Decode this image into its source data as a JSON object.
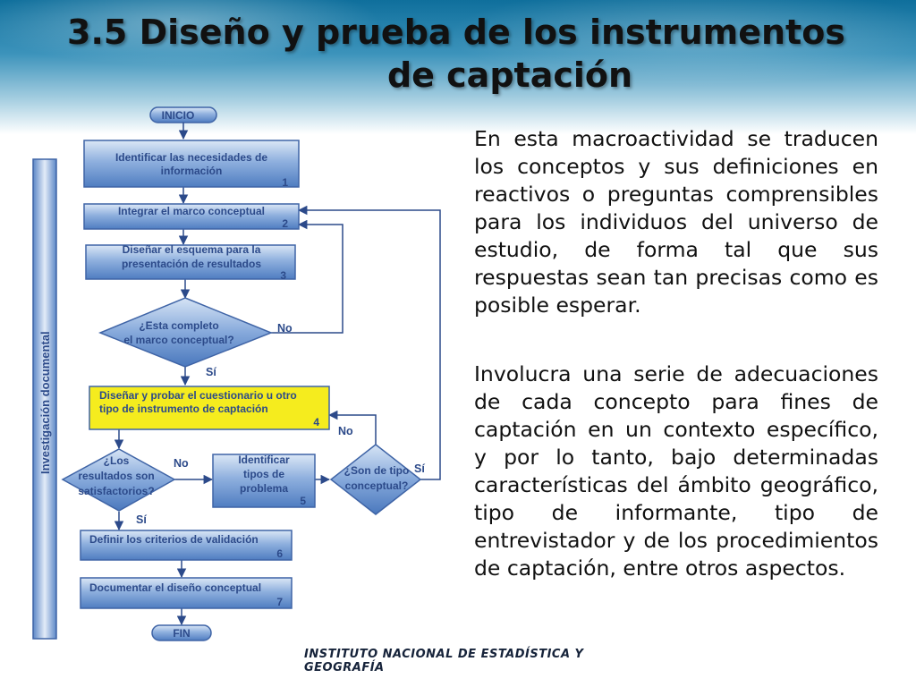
{
  "title": {
    "line1": "3.5 Diseño y prueba de los instrumentos",
    "line2": "de captación"
  },
  "flowchart": {
    "side_label": "Investigación documental",
    "inicio": "INICIO",
    "fin": "FIN",
    "step1": {
      "line1": "Identificar las necesidades de",
      "line2": "información",
      "num": "1"
    },
    "step2": {
      "text": "Integrar el marco conceptual",
      "num": "2"
    },
    "step3": {
      "line1": "Diseñar el esquema para la",
      "line2": "presentación de resultados",
      "num": "3"
    },
    "decision1": {
      "line1": "¿Esta completo",
      "line2": "el  marco conceptual?"
    },
    "step4": {
      "line1": "Diseñar y probar el cuestionario u otro",
      "line2": "tipo de instrumento de captación",
      "num": "4"
    },
    "decision2": {
      "line1": "¿Los",
      "line2": "resultados son",
      "line3": "satisfactorios?"
    },
    "step5": {
      "line1": "Identificar",
      "line2": "tipos de",
      "line3": "problema",
      "num": "5"
    },
    "decision3": {
      "line1": "¿Son de tipo",
      "line2": "conceptual?"
    },
    "step6": {
      "text": "Definir los criterios de validación",
      "num": "6"
    },
    "step7": {
      "text": "Documentar el diseño conceptual",
      "num": "7"
    },
    "labels": {
      "no1": "No",
      "si1": "Sí",
      "no2": "No",
      "si2": "Sí",
      "no3": "No",
      "si3": "Sí"
    }
  },
  "paragraphs": {
    "p1": "En esta macroactividad se traducen los conceptos y sus definiciones en reactivos o preguntas comprensibles para los individuos del universo de estudio, de forma tal que sus respuestas sean tan precisas como es posible esperar.",
    "p2": "Involucra una serie de adecuaciones de cada concepto para fines de captación en un contexto específico, y por lo tanto, bajo determinadas características del ámbito geográfico, tipo de informante, tipo de entrevistador y de los procedimientos de captación, entre otros aspectos."
  },
  "footer": "INSTITUTO NACIONAL  DE ESTADÍSTICA Y GEOGRAFÍA",
  "colors": {
    "box_fill": "#5b86c6",
    "box_text": "#2c4a8a",
    "highlight_fill": "#f5ec1e",
    "line": "#2c4a8a"
  }
}
